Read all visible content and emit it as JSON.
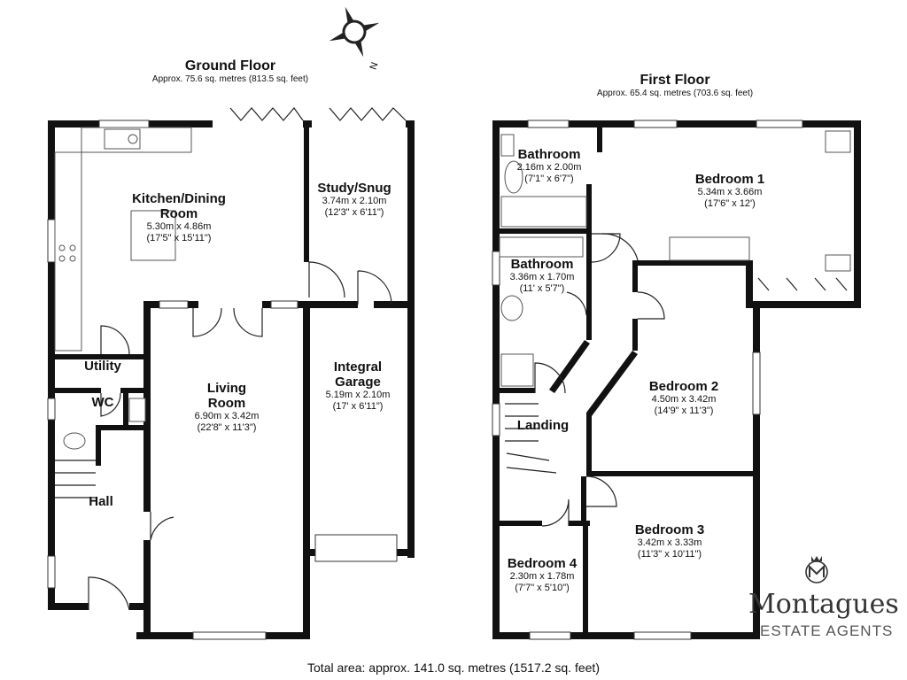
{
  "ground_floor": {
    "title": "Ground Floor",
    "area": "Approx. 75.6 sq. metres (813.5 sq. feet)",
    "rooms": [
      {
        "name": "Kitchen/Dining",
        "name2": "Room",
        "dim_m": "5.30m x 4.86m",
        "dim_ft": "(17'5\" x 15'11\")"
      },
      {
        "name": "Study/Snug",
        "dim_m": "3.74m x 2.10m",
        "dim_ft": "(12'3\" x 6'11\")"
      },
      {
        "name": "Utility"
      },
      {
        "name": "WC"
      },
      {
        "name": "Living",
        "name2": "Room",
        "dim_m": "6.90m x 3.42m",
        "dim_ft": "(22'8\" x 11'3\")"
      },
      {
        "name": "Integral",
        "name2": "Garage",
        "dim_m": "5.19m x 2.10m",
        "dim_ft": "(17' x 6'11\")"
      },
      {
        "name": "Hall"
      }
    ]
  },
  "first_floor": {
    "title": "First Floor",
    "area": "Approx. 65.4 sq. metres (703.6 sq. feet)",
    "rooms": [
      {
        "name": "Bathroom",
        "dim_m": "2.16m x 2.00m",
        "dim_ft": "(7'1\" x 6'7\")"
      },
      {
        "name": "Bedroom 1",
        "dim_m": "5.34m x 3.66m",
        "dim_ft": "(17'6\" x 12')"
      },
      {
        "name": "Bathroom",
        "dim_m": "3.36m x 1.70m",
        "dim_ft": "(11' x 5'7\")"
      },
      {
        "name": "Bedroom 2",
        "dim_m": "4.50m x 3.42m",
        "dim_ft": "(14'9\" x 11'3\")"
      },
      {
        "name": "Landing"
      },
      {
        "name": "Bedroom 3",
        "dim_m": "3.42m x 3.33m",
        "dim_ft": "(11'3\" x 10'11\")"
      },
      {
        "name": "Bedroom 4",
        "dim_m": "2.30m x 1.78m",
        "dim_ft": "(7'7\" x 5'10\")"
      }
    ]
  },
  "total_area": "Total area: approx. 141.0 sq. metres (1517.2 sq. feet)",
  "compass": {
    "label": "N",
    "icon": "compass-rose-icon"
  },
  "agent": {
    "logo_letter": "M",
    "name": "Montagues",
    "tagline": "ESTATE AGENTS",
    "logo_icon": "crown-m-logo-icon"
  }
}
